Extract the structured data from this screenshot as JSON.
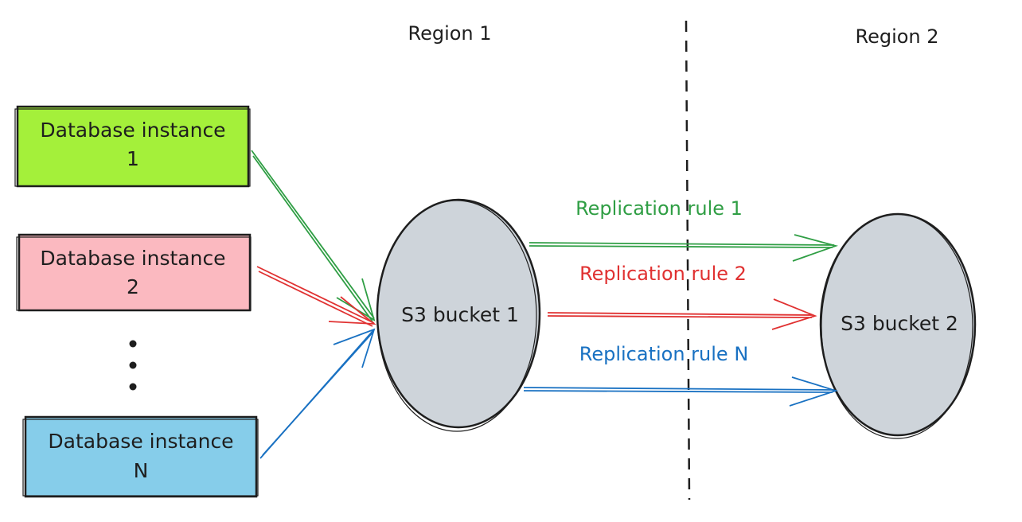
{
  "regions": {
    "left": {
      "label": "Region 1"
    },
    "right": {
      "label": "Region 2"
    }
  },
  "databases": [
    {
      "line1": "Database instance",
      "line2": "1",
      "fill": "#a4f03a"
    },
    {
      "line1": "Database instance",
      "line2": "2",
      "fill": "#fbb9c0"
    },
    {
      "line1": "Database instance",
      "line2": "N",
      "fill": "#86cdea"
    }
  ],
  "buckets": [
    {
      "label": "S3 bucket 1",
      "fill": "#ced4da"
    },
    {
      "label": "S3 bucket 2",
      "fill": "#ced4da"
    }
  ],
  "rules": [
    {
      "label": "Replication rule 1",
      "color": "#2f9e44"
    },
    {
      "label": "Replication rule 2",
      "color": "#e03131"
    },
    {
      "label": "Replication rule N",
      "color": "#1971c2"
    }
  ]
}
